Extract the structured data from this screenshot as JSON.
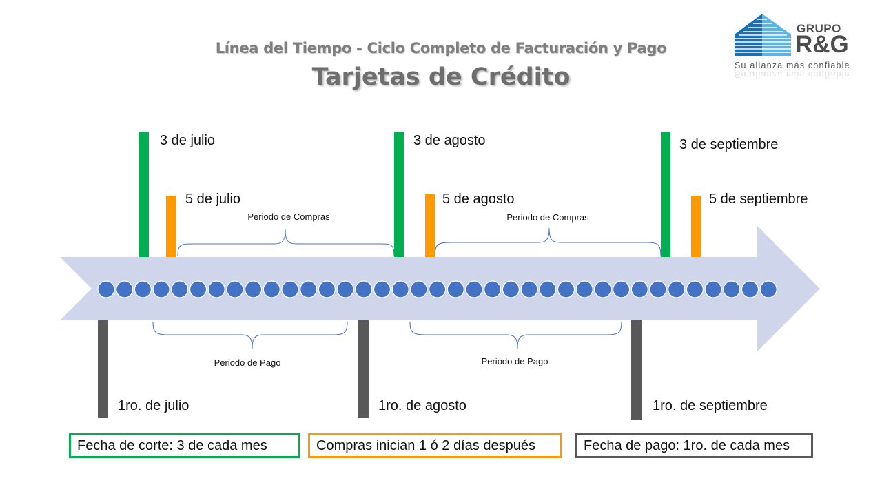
{
  "title": {
    "subtitle": "Línea del Tiempo - Ciclo Completo de Facturación y Pago",
    "main": "Tarjetas de Crédito"
  },
  "logo": {
    "brand_small": "GRUPO",
    "brand_big": "R&G",
    "tagline": "Su alianza más confiable",
    "brand_color": "#1a6fb5",
    "accent_color": "#5ab4e5"
  },
  "timeline": {
    "arrow_color": "#cfd5ea",
    "dot_color": "#4472c4",
    "dot_count": 37
  },
  "markers": {
    "corte": [
      {
        "label": "3 de julio"
      },
      {
        "label": "3 de agosto"
      },
      {
        "label": "3 de septiembre"
      }
    ],
    "inicio_compras": [
      {
        "label": "5 de julio"
      },
      {
        "label": "5 de agosto"
      },
      {
        "label": "5 de septiembre"
      }
    ],
    "pago": [
      {
        "label": "1ro. de julio"
      },
      {
        "label": "1ro. de agosto"
      },
      {
        "label": "1ro. de septiembre"
      }
    ]
  },
  "periods": {
    "compras": [
      "Periodo de Compras",
      "Periodo de Compras"
    ],
    "pago": [
      "Periodo de Pago",
      "Periodo de Pago"
    ]
  },
  "legend": {
    "corte": "Fecha de corte: 3 de cada mes",
    "compras": "Compras inician 1 ó 2 días después",
    "pago": "Fecha de pago: 1ro. de cada mes"
  },
  "colors": {
    "corte": "#00b050",
    "compras": "#ff9900",
    "pago": "#595959"
  }
}
